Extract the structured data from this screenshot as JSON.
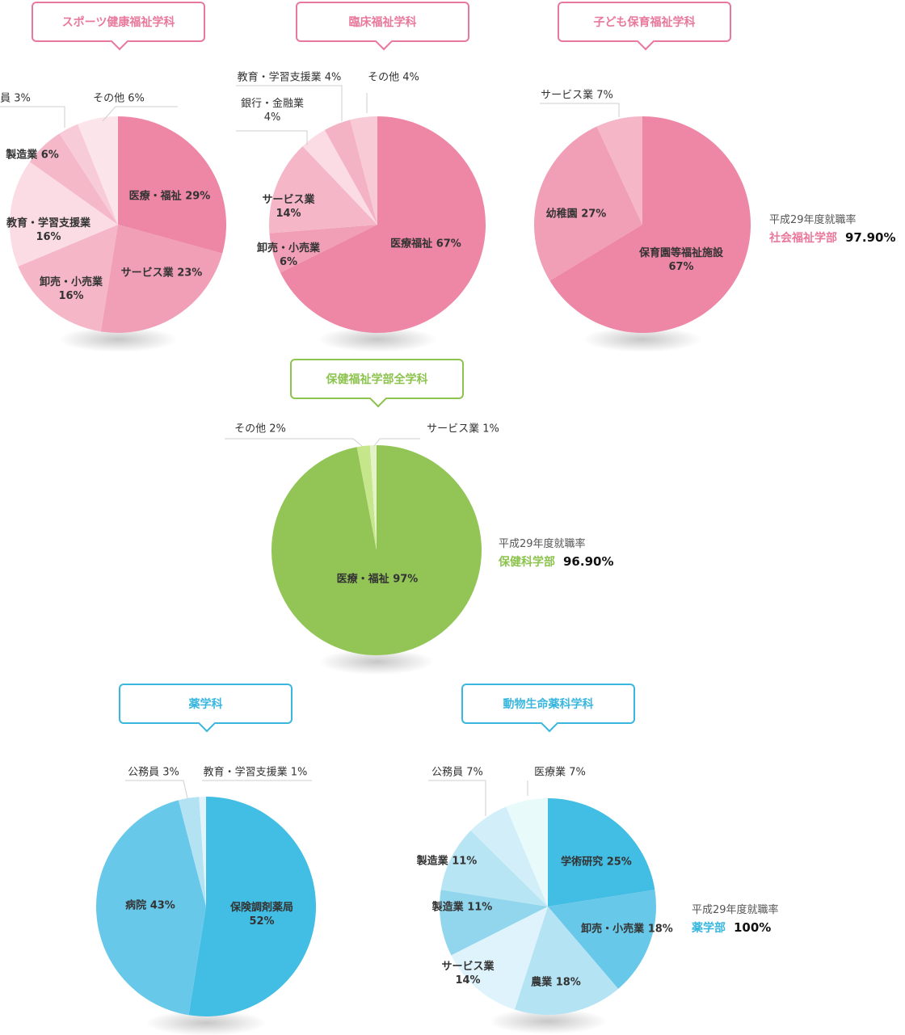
{
  "colors": {
    "pink": "#e9799c",
    "green": "#8dc34f",
    "blue": "#3ab7df"
  },
  "badges": [
    {
      "name": "badge-sports",
      "label": "スポーツ健康福祉学科",
      "color": "pink"
    },
    {
      "name": "badge-clinical",
      "label": "臨床福祉学科",
      "color": "pink"
    },
    {
      "name": "badge-child",
      "label": "子ども保育福祉学科",
      "color": "pink"
    },
    {
      "name": "badge-health-all",
      "label": "保健福祉学部全学科",
      "color": "green"
    },
    {
      "name": "badge-pharmacy",
      "label": "薬学科",
      "color": "blue"
    },
    {
      "name": "badge-animal",
      "label": "動物生命薬科学科",
      "color": "blue"
    }
  ],
  "rates": [
    {
      "name": "rate-social",
      "label": "平成29年度就職率",
      "faculty": "社会福祉学部",
      "value": "97.90%",
      "color": "pink"
    },
    {
      "name": "rate-health",
      "label": "平成29年度就職率",
      "faculty": "保健科学部",
      "value": "96.90%",
      "color": "green"
    },
    {
      "name": "rate-pharma",
      "label": "平成29年度就職率",
      "faculty": "薬学部",
      "value": "100%",
      "color": "blue"
    }
  ],
  "chart_data": [
    {
      "type": "pie",
      "title": "スポーツ健康福祉学科",
      "slices": [
        {
          "label": "医療・福祉",
          "value": 29,
          "color": "#ee86a5"
        },
        {
          "label": "サービス業",
          "value": 23,
          "color": "#f09fb7"
        },
        {
          "label": "卸売・小売業",
          "value": 16,
          "color": "#f5b6c8"
        },
        {
          "label": "教育・学習支援業",
          "value": 16,
          "color": "#fbdce5"
        },
        {
          "label": "製造業",
          "value": 6,
          "color": "#f4b8c9"
        },
        {
          "label": "公務員",
          "value": 3,
          "color": "#f7ccd8"
        },
        {
          "label": "その他",
          "value": 6,
          "color": "#fce4eb"
        }
      ]
    },
    {
      "type": "pie",
      "title": "臨床福祉学科",
      "slices": [
        {
          "label": "医療福祉",
          "value": 67,
          "color": "#ee86a5"
        },
        {
          "label": "卸売・小売業",
          "value": 6,
          "color": "#f09fb7"
        },
        {
          "label": "サービス業",
          "value": 14,
          "color": "#f5b6c8"
        },
        {
          "label": "銀行・金融業",
          "value": 4,
          "color": "#fbdce5"
        },
        {
          "label": "教育・学習支援業",
          "value": 4,
          "color": "#f4b3c5"
        },
        {
          "label": "その他",
          "value": 4,
          "color": "#f7cad6"
        }
      ]
    },
    {
      "type": "pie",
      "title": "子ども保育福祉学科",
      "slices": [
        {
          "label": "保育園等福祉施設",
          "value": 67,
          "color": "#ee86a5"
        },
        {
          "label": "幼稚園",
          "value": 27,
          "color": "#f09fb7"
        },
        {
          "label": "サービス業",
          "value": 7,
          "color": "#f5b6c8"
        }
      ]
    },
    {
      "type": "pie",
      "title": "保健福祉学部全学科",
      "slices": [
        {
          "label": "医療・福祉",
          "value": 97,
          "color": "#92c556"
        },
        {
          "label": "その他",
          "value": 2,
          "color": "#c6e68c"
        },
        {
          "label": "サービス業",
          "value": 1,
          "color": "#e3f3c6"
        }
      ]
    },
    {
      "type": "pie",
      "title": "薬学科",
      "slices": [
        {
          "label": "保険調剤薬局",
          "value": 52,
          "color": "#42bde3"
        },
        {
          "label": "病院",
          "value": 43,
          "color": "#68c8e9"
        },
        {
          "label": "公務員",
          "value": 3,
          "color": "#b3e2f3"
        },
        {
          "label": "教育・学習支援業",
          "value": 1,
          "color": "#e2f4fb"
        }
      ]
    },
    {
      "type": "pie",
      "title": "動物生命薬科学科",
      "slices": [
        {
          "label": "学術研究",
          "value": 25,
          "color": "#42bde3"
        },
        {
          "label": "卸売・小売業",
          "value": 18,
          "color": "#68c8e9"
        },
        {
          "label": "農業",
          "value": 18,
          "color": "#b4e3f4"
        },
        {
          "label": "サービス業",
          "value": 14,
          "color": "#def3fb"
        },
        {
          "label": "製造業",
          "value": 11,
          "color": "#92d6ee"
        },
        {
          "label": "製造業",
          "value": 11,
          "color": "#b8e5f4"
        },
        {
          "label": "公務員",
          "value": 7,
          "color": "#d2eff9"
        },
        {
          "label": "医療業",
          "value": 7,
          "color": "#e8fbfa"
        }
      ]
    }
  ]
}
